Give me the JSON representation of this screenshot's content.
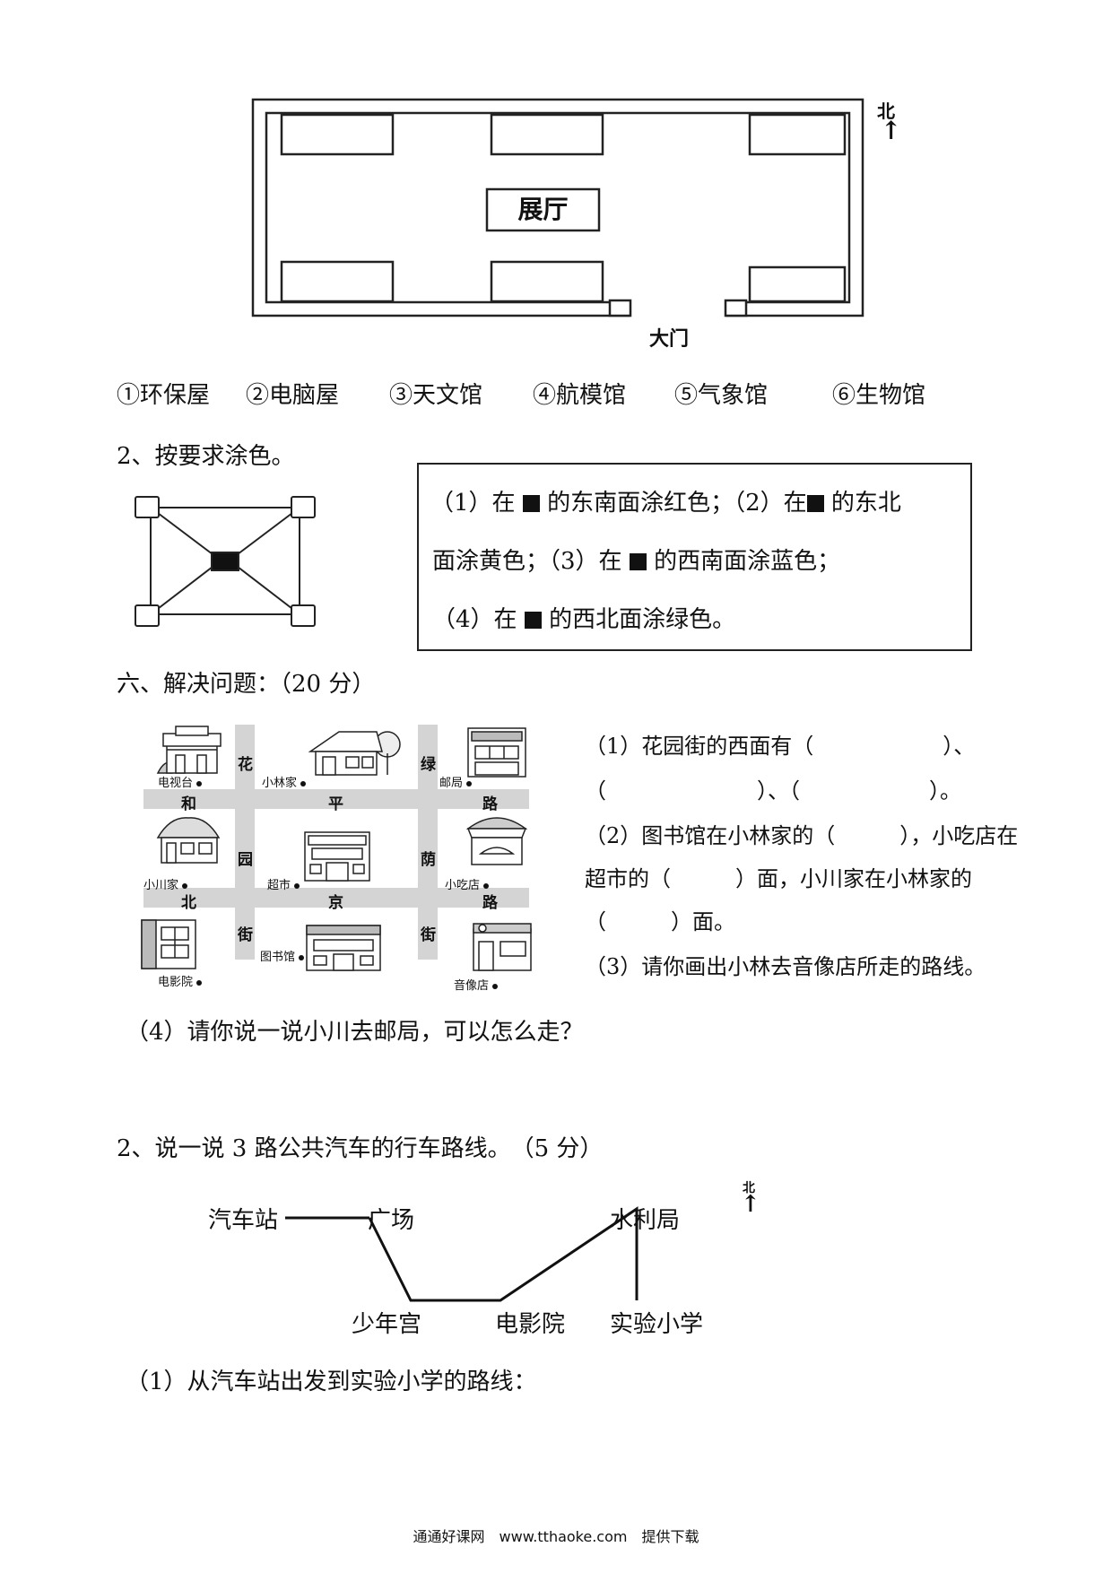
{
  "exhibition": {
    "hall_label": "展厅",
    "gate_label": "大门",
    "north_label": "北",
    "arrow_glyph": "↑"
  },
  "options": [
    "①环保屋",
    "②电脑屋",
    "③天文馆",
    "④航模馆",
    "⑤气象馆",
    "⑥生物馆"
  ],
  "q2": {
    "title": "2、按要求涂色。",
    "box": {
      "l1a": "（1）在",
      "l1b": "的东南面涂红色；（2）在",
      "l1c": "的东北",
      "l2a": "面涂黄色；（3）在",
      "l2b": "的西南面涂蓝色；",
      "l3a": "（4）在",
      "l3b": "的西北面涂绿色。"
    }
  },
  "section6": {
    "title": "六、解决问题：（20 分）",
    "map": {
      "roads": {
        "hp": [
          "和",
          "平",
          "路"
        ],
        "bj": [
          "北",
          "京",
          "路"
        ],
        "hy": [
          "花",
          "园",
          "街"
        ],
        "ly": [
          "绿",
          "荫",
          "街"
        ]
      },
      "buildings": {
        "tv": "电视台",
        "xiaolin": "小林家",
        "post": "邮局",
        "xiaochuan": "小川家",
        "market": "超市",
        "snack": "小吃店",
        "cinema": "电影院",
        "library": "图书馆",
        "music": "音像店"
      }
    },
    "questions": {
      "q1_line1": "（1）花园街的西面有（　　　　　　）、",
      "q1_line2": "（　　　　　　　）、（　　　　　　）。",
      "q2_line1": "（2）图书馆在小林家的（　　　），小吃店在",
      "q2_line2": "超市的（　　　）面，小川家在小林家的",
      "q2_line3": "（　　　）面。",
      "q3": "（3）请你画出小林去音像店所走的路线。"
    },
    "q4": "（4）请你说一说小川去邮局，可以怎么走？"
  },
  "bus": {
    "title": "2、说一说 3 路公共汽车的行车路线。　（5 分）",
    "stops": {
      "station": "汽车站",
      "square": "广场",
      "water": "水利局",
      "youth": "少年宫",
      "cinema": "电影院",
      "school": "实验小学"
    },
    "north_label": "北",
    "arrow_glyph": "↑",
    "q1": "（1）从汽车站出发到实验小学的路线："
  },
  "footer": "通通好课网　www.tthaoke.com　提供下载"
}
